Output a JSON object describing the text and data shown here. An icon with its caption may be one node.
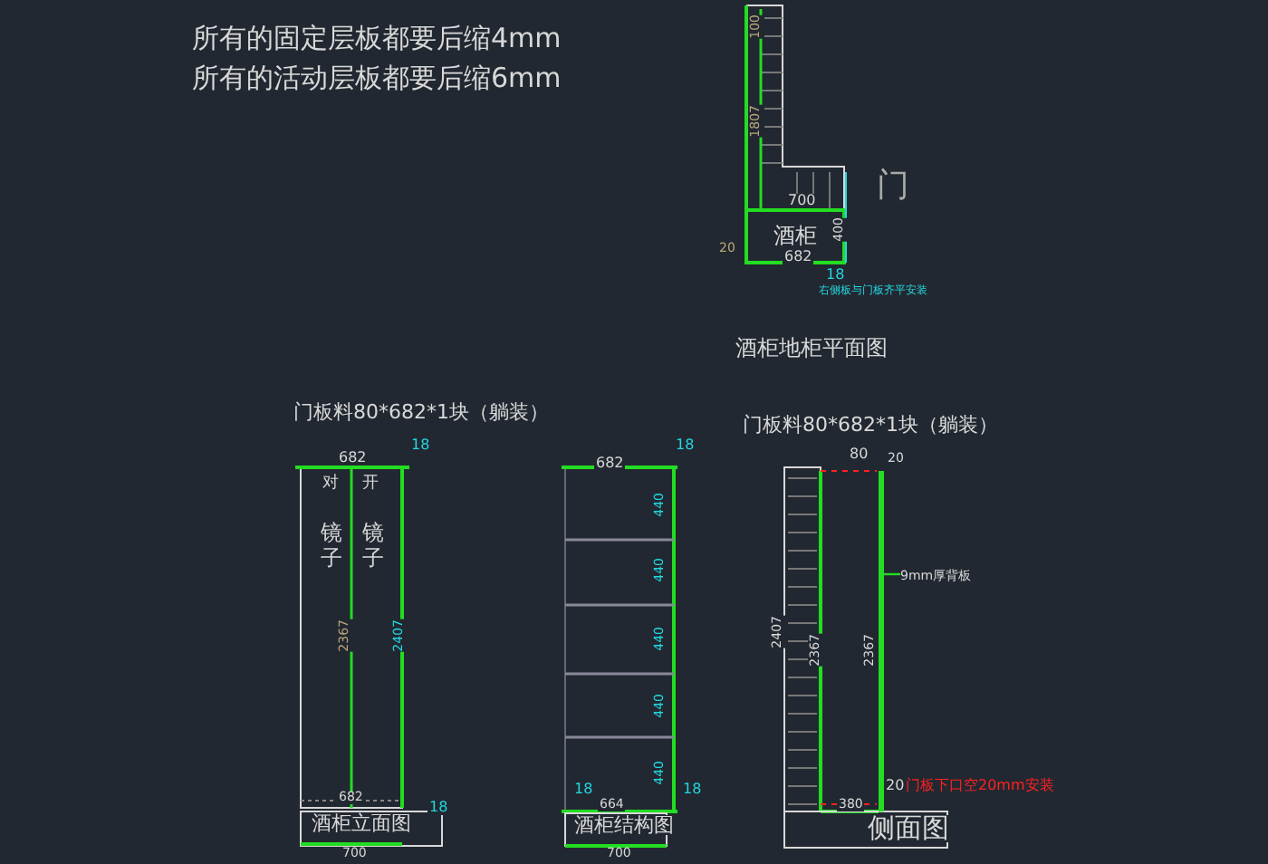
{
  "diagram": {
    "nodes": [
      {
        "text": [
          "酒柜"
        ]
      },
      {
        "text": [
          "9mm厚背板"
        ]
      },
      {
        "text": [],
        "shape": "bar"
      }
    ],
    "edges": [
      {
        "from": 1,
        "to": 2,
        "arrow": "none"
      }
    ],
    "labels": [
      "所有的固定层板都要后缩4mm",
      "所有的活动层板都要后缩6mm",
      "100",
      "1807",
      "门",
      "700",
      "400",
      "682",
      "20",
      "18",
      "右侧板与门板齐平安装",
      "酒柜地柜平面图",
      "门板料80*682*1块（躺装）",
      "682",
      "18",
      "对",
      "开",
      "镜子",
      "镜子",
      "2367",
      "2407",
      "682",
      "酒柜立面图",
      "18",
      "700",
      "682",
      "18",
      "440",
      "440",
      "440",
      "440",
      "440",
      "18",
      "18",
      "664",
      "酒柜结构图",
      "700",
      "门板料80*682*1块（躺装）",
      "80",
      "20",
      "2407",
      "2367",
      "2367",
      "20",
      "门板下口空20mm安装",
      "380",
      "侧面图"
    ]
  }
}
